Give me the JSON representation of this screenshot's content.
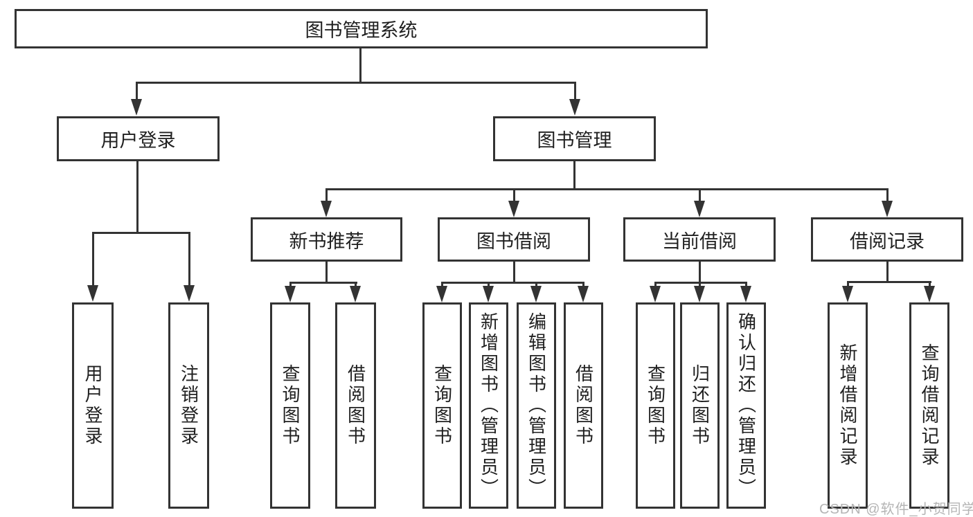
{
  "tree": {
    "root": "图书管理系统",
    "branches": [
      {
        "label": "用户登录",
        "leaves": [
          "用户登录",
          "注销登录"
        ]
      },
      {
        "label": "图书管理",
        "groups": [
          {
            "label": "新书推荐",
            "leaves": [
              "查询图书",
              "借阅图书"
            ]
          },
          {
            "label": "图书借阅",
            "leaves": [
              "查询图书",
              "新增图书（管理员）",
              "编辑图书（管理员）",
              "借阅图书"
            ]
          },
          {
            "label": "当前借阅",
            "leaves": [
              "查询图书",
              "归还图书",
              "确认归还（管理员）"
            ]
          },
          {
            "label": "借阅记录",
            "leaves": [
              "新增借阅记录",
              "查询借阅记录"
            ]
          }
        ]
      }
    ]
  },
  "watermark": "CSDN @软件_小贺同学",
  "colors": {
    "line": "#333333",
    "text": "#1f1f1f",
    "background": "#ffffff",
    "watermark": "#b5b5b5"
  }
}
